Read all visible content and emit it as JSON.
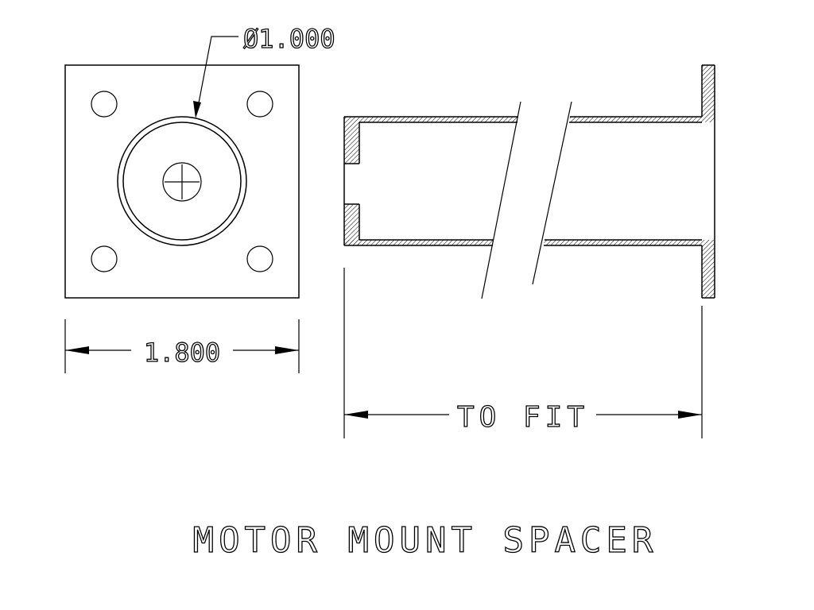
{
  "drawing": {
    "title": "MOTOR MOUNT SPACER",
    "views": {
      "end_view": {
        "width_dimension": "1.800",
        "diameter_callout": "Ø1.000",
        "bolt_hole_count": 4
      },
      "side_view": {
        "length_dimension": "TO FIT"
      }
    },
    "colors": {
      "line": "#000000",
      "background": "#ffffff"
    }
  }
}
